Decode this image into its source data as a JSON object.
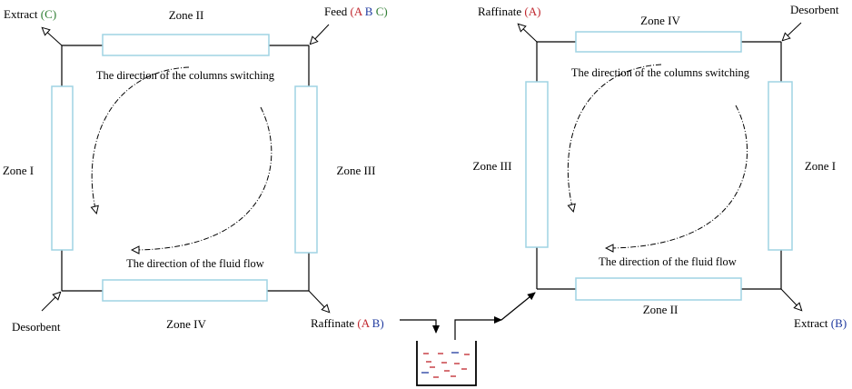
{
  "colors": {
    "column_stroke": "#9fd3e3",
    "line": "#000000",
    "component_A": "#c0262d",
    "component_B": "#1f3a9f",
    "component_C": "#2e7d32"
  },
  "left": {
    "zone_top": "Zone II",
    "zone_left": "Zone I",
    "zone_right": "Zone III",
    "zone_bottom": "Zone IV",
    "extract": {
      "label": "Extract",
      "open": "(",
      "c": "C",
      "close": ")"
    },
    "feed": {
      "label": "Feed",
      "open": "(",
      "a": "A",
      "b": "B",
      "c": "C",
      "close": ")"
    },
    "raffinate": {
      "label": "Raffinate",
      "open": "(",
      "a": "A",
      "b": "B",
      "close": ")"
    },
    "desorbent": "Desorbent",
    "switch_text": "The direction of the columns switching",
    "flow_text": "The direction of the fluid flow"
  },
  "right": {
    "zone_top": "Zone IV",
    "zone_left": "Zone III",
    "zone_right": "Zone I",
    "zone_bottom": "Zone II",
    "raffinate": {
      "label": "Raffinate",
      "open": "(",
      "a": "A",
      "close": ")"
    },
    "desorbent": "Desorbent",
    "extract": {
      "label": "Extract",
      "open": "(",
      "b": "B",
      "close": ")"
    },
    "switch_text": "The direction of the columns switching",
    "flow_text": "The direction of the fluid flow"
  }
}
